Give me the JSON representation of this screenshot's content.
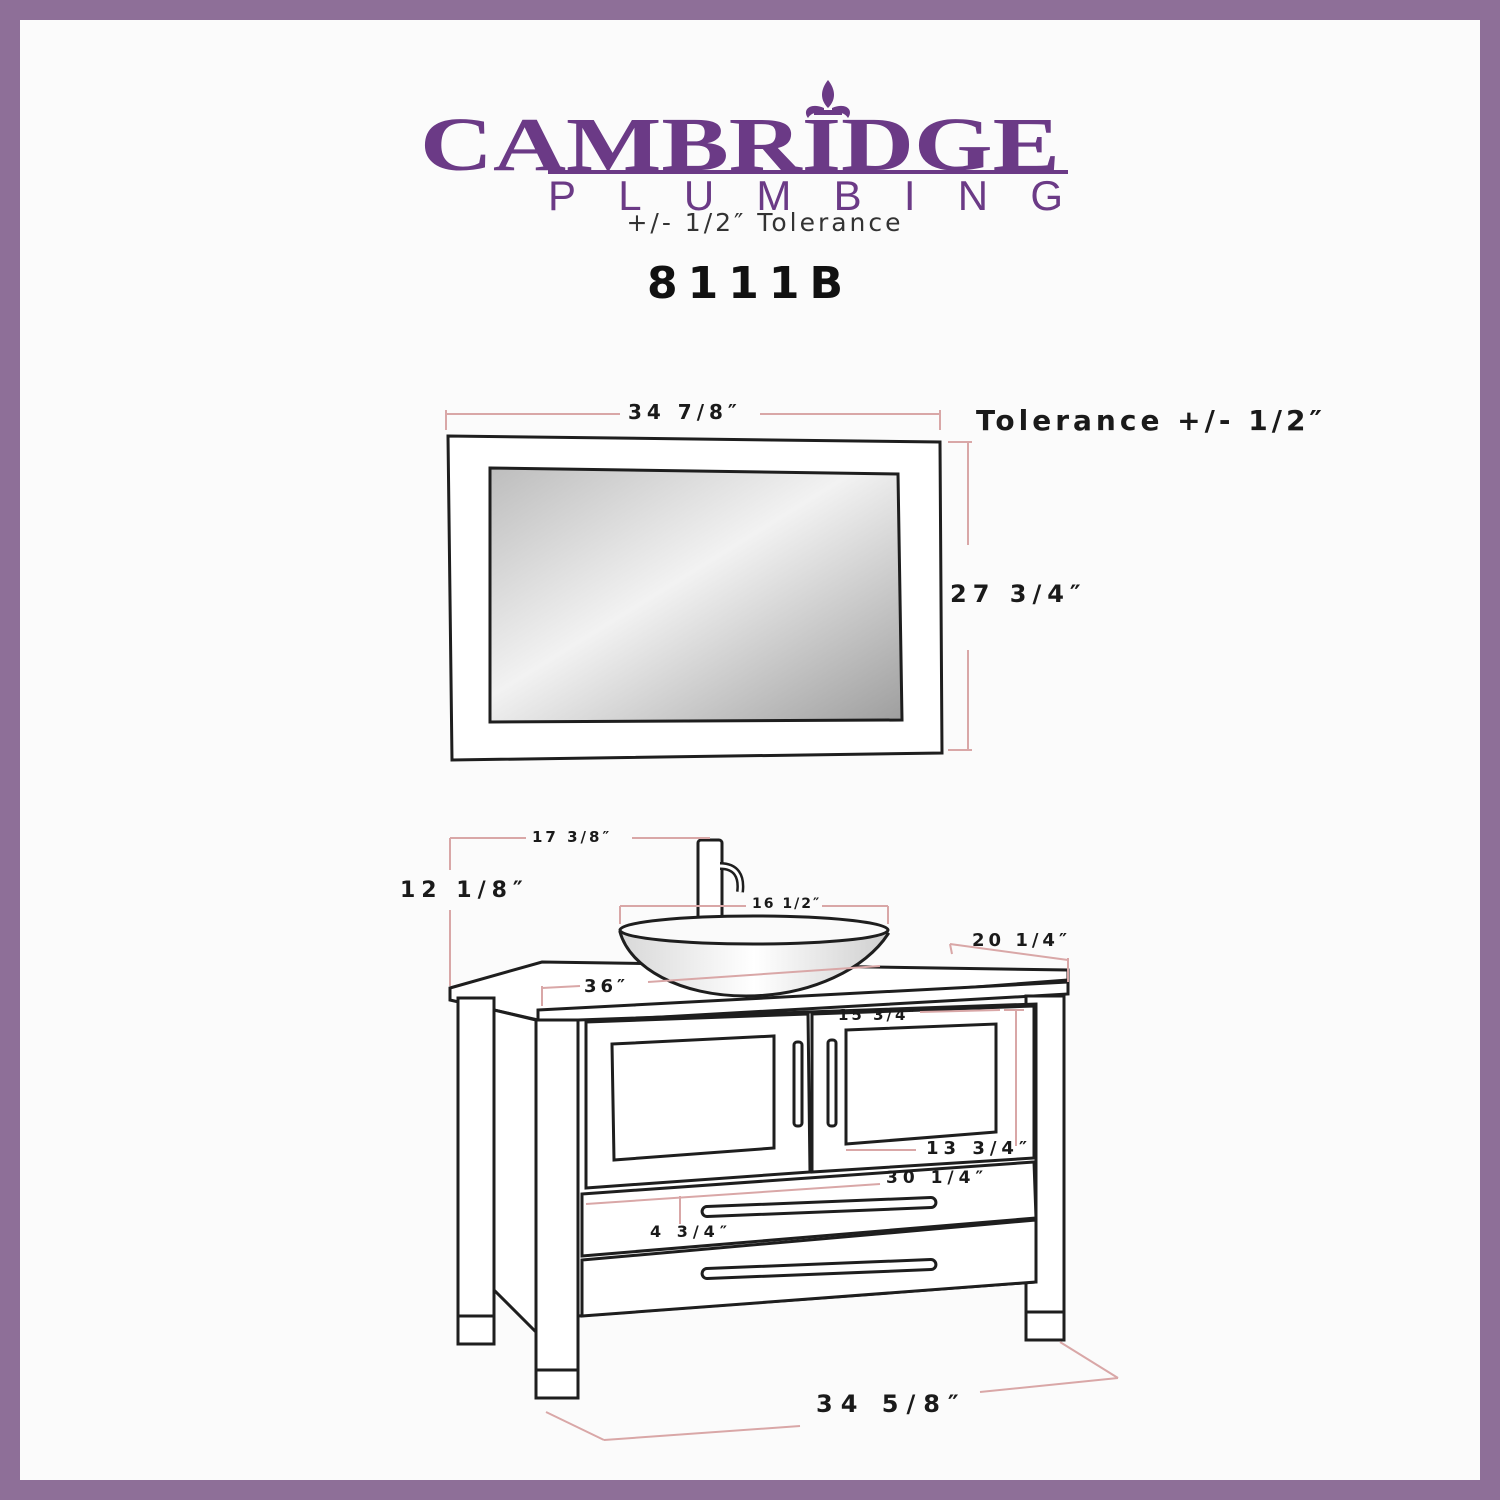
{
  "brand": {
    "name_line1": "CAMBRIDGE",
    "name_line2": "PLUMBING",
    "color": "#6b3a86"
  },
  "header": {
    "tolerance_note": "+/- 1/2″ Tolerance",
    "model_number": "8111B"
  },
  "mirror": {
    "width_label": "34 7/8″",
    "height_label": "27 3/4″",
    "tolerance_label": "Tolerance +/- 1/2″"
  },
  "vanity": {
    "faucet_height_label": "12 1/8″",
    "faucet_top_width_label": "17 3/8″",
    "sink_diameter_label": "16 1/2″",
    "depth_label": "20 1/4″",
    "top_width_label": "36″",
    "door_height_label": "15 3/4″",
    "door_width_label": "13 3/4″",
    "drawer_width_label": "30 1/4″",
    "drawer_height_label": "4 3/4″",
    "base_width_label": "34 5/8″"
  },
  "colors": {
    "frame": "#8e6f98",
    "paper": "#fbfbfb",
    "outline": "#1e1e1e",
    "dimension_line": "#d9a7a7"
  },
  "icons": [
    "fleur-de-lis-icon"
  ]
}
